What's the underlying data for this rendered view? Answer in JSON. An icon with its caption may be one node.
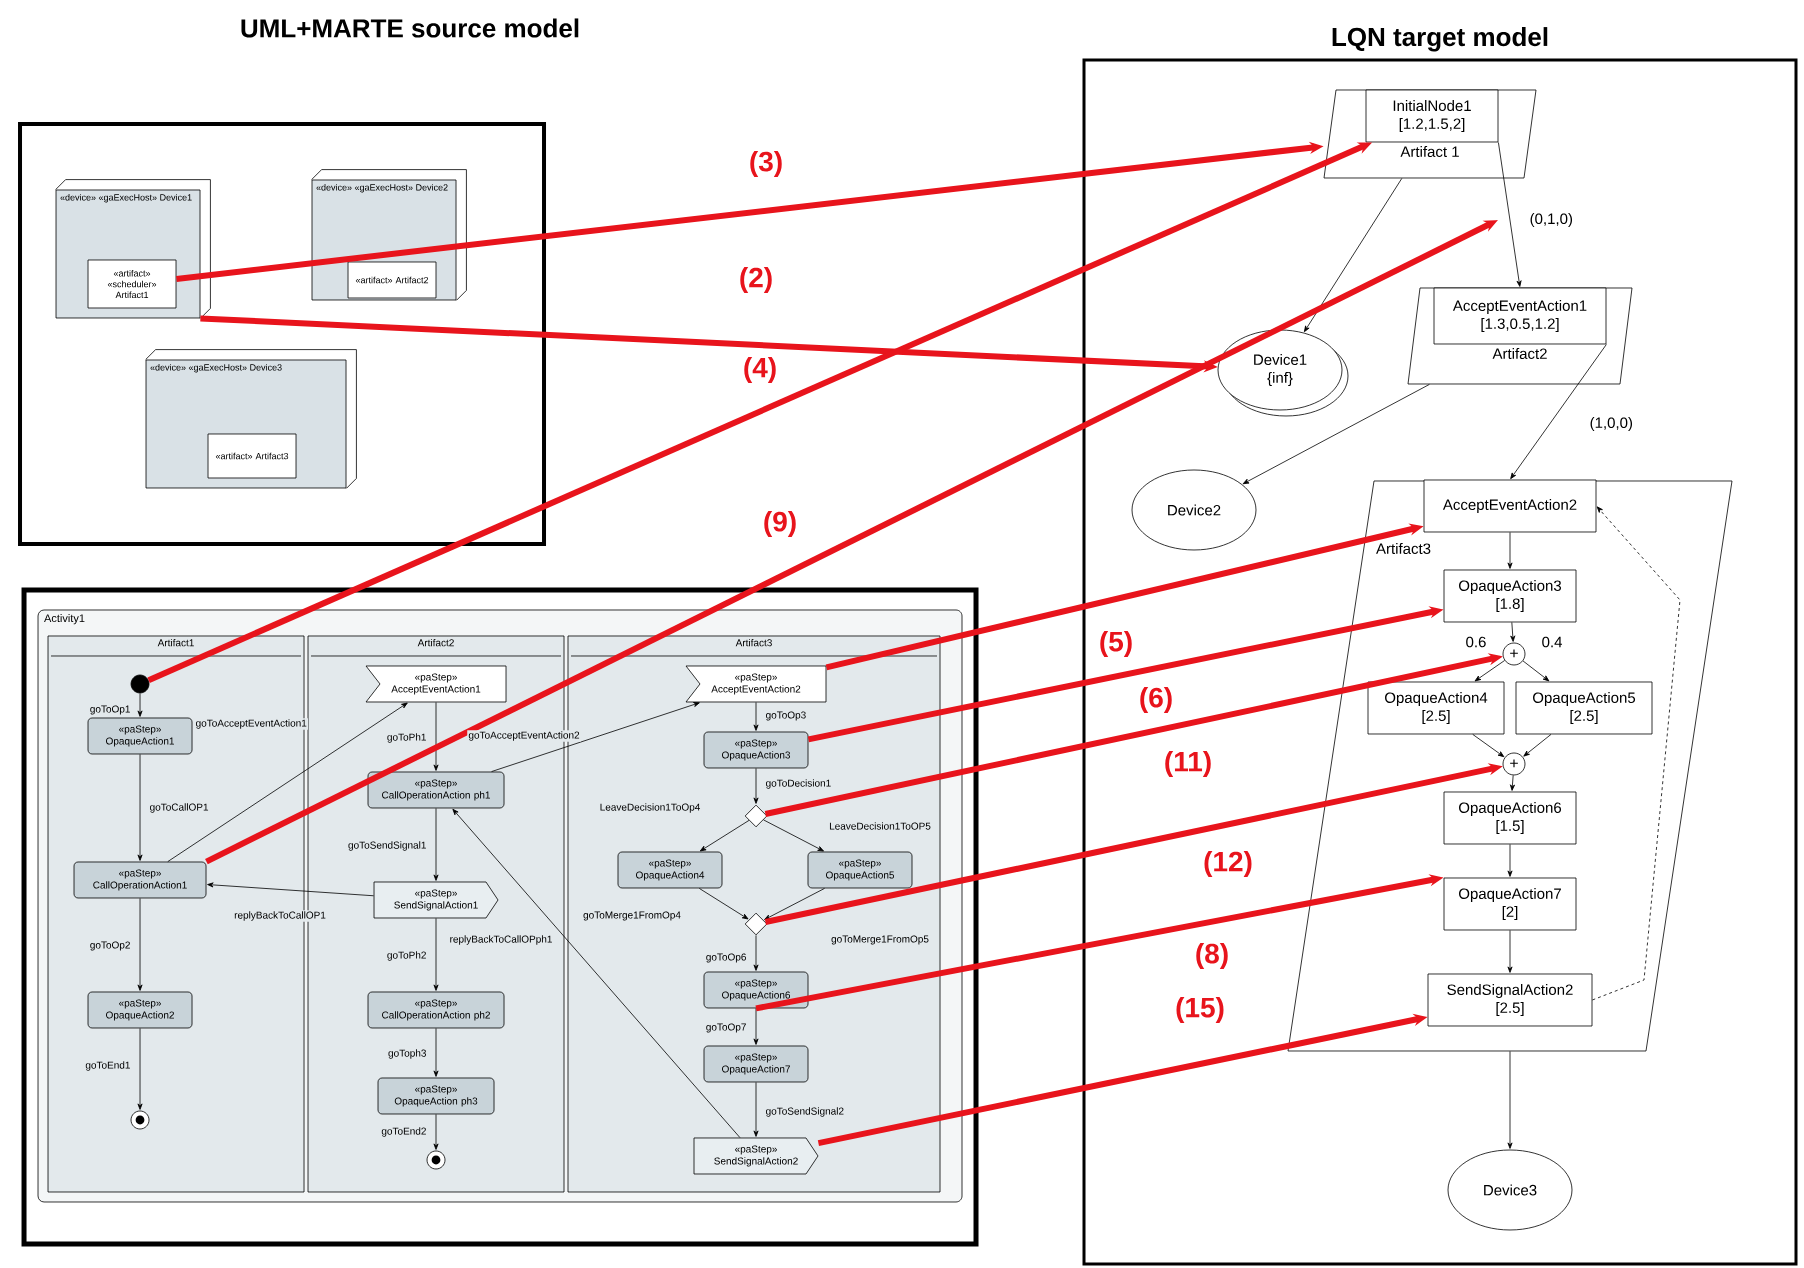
{
  "diagram": {
    "nodes": [
      {
        "text": [
          "«device» «gaExecHost» Device1"
        ]
      },
      {
        "text": [
          "«artifact» «scheduler» Artifact1"
        ],
        "in": 0
      },
      {
        "text": [
          "«device» «gaExecHost» Device2"
        ]
      },
      {
        "text": [
          "«artifact» Artifact2"
        ],
        "in": 2
      },
      {
        "text": [
          "«device» «gaExecHost» Device3"
        ]
      },
      {
        "text": [
          "«artifact» Artifact3"
        ],
        "in": 4
      },
      {
        "text": [
          "Activity1"
        ]
      },
      {
        "text": [
          "Artifact1"
        ],
        "in": 6
      },
      {
        "text": [
          "Artifact2"
        ],
        "in": 6
      },
      {
        "text": [
          "Artifact3"
        ],
        "in": 6
      },
      {
        "text": [],
        "shape": "circle",
        "in": 7
      },
      {
        "text": [
          "«paStep» OpaqueAction1"
        ],
        "in": 7
      },
      {
        "text": [
          "«paStep» CallOperationAction1"
        ],
        "in": 7
      },
      {
        "text": [
          "«paStep» OpaqueAction2"
        ],
        "in": 7
      },
      {
        "text": [],
        "shape": "circle",
        "in": 7
      },
      {
        "text": [
          "«paStep» AcceptEventAction1"
        ],
        "in": 8
      },
      {
        "text": [
          "«paStep» CallOperationAction ph1"
        ],
        "in": 8
      },
      {
        "text": [
          "«paStep» SendSignalAction1"
        ],
        "in": 8
      },
      {
        "text": [
          "«paStep» CallOperationAction ph2"
        ],
        "in": 8
      },
      {
        "text": [
          "«paStep» OpaqueAction ph3"
        ],
        "in": 8
      },
      {
        "text": [],
        "shape": "circle",
        "in": 8
      },
      {
        "text": [
          "«paStep» AcceptEventAction2"
        ],
        "in": 9
      },
      {
        "text": [
          "«paStep» OpaqueAction3"
        ],
        "in": 9
      },
      {
        "text": [],
        "shape": "diamond",
        "in": 9
      },
      {
        "text": [
          "«paStep» OpaqueAction4"
        ],
        "in": 9
      },
      {
        "text": [
          "«paStep» OpaqueAction5"
        ],
        "in": 9
      },
      {
        "text": [],
        "shape": "diamond",
        "in": 9
      },
      {
        "text": [
          "«paStep» OpaqueAction6"
        ],
        "in": 9
      },
      {
        "text": [
          "«paStep» OpaqueAction7"
        ],
        "in": 9
      },
      {
        "text": [
          "«paStep» SendSignalAction2"
        ],
        "in": 9
      },
      {
        "text": [
          "LQN target model"
        ]
      },
      {
        "text": [
          "Artifact 1"
        ],
        "in": 30
      },
      {
        "text": [
          "InitialNode1 [1.2,1.5,2]"
        ],
        "in": 31
      },
      {
        "text": [
          "Device1 {inf}"
        ],
        "in": 30
      },
      {
        "text": [
          "Artifact2"
        ],
        "in": 30
      },
      {
        "text": [
          "AcceptEventAction1 [1.3,0.5,1.2]"
        ],
        "in": 34
      },
      {
        "text": [
          "Device2"
        ],
        "in": 30
      },
      {
        "text": [
          "Artifact3"
        ],
        "in": 30
      },
      {
        "text": [
          "AcceptEventAction2"
        ],
        "in": 37
      },
      {
        "text": [
          "OpaqueAction3 [1.8]"
        ],
        "in": 37
      },
      {
        "text": [
          "+"
        ],
        "in": 37
      },
      {
        "text": [
          "OpaqueAction4 [2.5]"
        ],
        "in": 37
      },
      {
        "text": [
          "OpaqueAction5 [2.5]"
        ],
        "in": 37
      },
      {
        "text": [
          "+"
        ],
        "in": 37
      },
      {
        "text": [
          "OpaqueAction6 [1.5]"
        ],
        "in": 37
      },
      {
        "text": [
          "OpaqueAction7 [2]"
        ],
        "in": 37
      },
      {
        "text": [
          "SendSignalAction2 [2.5]"
        ],
        "in": 37
      },
      {
        "text": [
          "Device3"
        ],
        "in": 30
      }
    ],
    "edges": [
      {
        "from": 10,
        "to": 11,
        "arrow": "to",
        "label": "goToOp1"
      },
      {
        "from": 11,
        "to": 12,
        "arrow": "to",
        "label": "goToCallOP1"
      },
      {
        "from": 12,
        "to": 15,
        "arrow": "to",
        "label": "goToAcceptEventAction1"
      },
      {
        "from": 12,
        "to": 13,
        "arrow": "to",
        "label": "goToOp2"
      },
      {
        "from": 13,
        "to": 14,
        "arrow": "to",
        "label": "goToEnd1"
      },
      {
        "from": 15,
        "to": 16,
        "arrow": "to",
        "label": "goToPh1"
      },
      {
        "from": 16,
        "to": 21,
        "arrow": "to",
        "label": "goToAcceptEventAction2"
      },
      {
        "from": 16,
        "to": 17,
        "arrow": "to",
        "label": "goToSendSignal1"
      },
      {
        "from": 17,
        "to": 12,
        "arrow": "to",
        "label": "replyBackToCallOP1"
      },
      {
        "from": 17,
        "to": 18,
        "arrow": "to",
        "label": "goToPh2"
      },
      {
        "from": 18,
        "to": 19,
        "arrow": "to",
        "label": "goToph3"
      },
      {
        "from": 19,
        "to": 20,
        "arrow": "to",
        "label": "goToEnd2"
      },
      {
        "from": 21,
        "to": 22,
        "arrow": "to",
        "label": "goToOp3"
      },
      {
        "from": 22,
        "to": 23,
        "arrow": "to",
        "label": "goToDecision1"
      },
      {
        "from": 23,
        "to": 24,
        "arrow": "to",
        "label": "LeaveDecision1ToOp4"
      },
      {
        "from": 23,
        "to": 25,
        "arrow": "to",
        "label": "LeaveDecision1ToOP5"
      },
      {
        "from": 24,
        "to": 26,
        "arrow": "to",
        "label": "goToMerge1FromOp4"
      },
      {
        "from": 25,
        "to": 26,
        "arrow": "to",
        "label": "goToMerge1FromOp5"
      },
      {
        "from": 26,
        "to": 27,
        "arrow": "to",
        "label": "goToOp6"
      },
      {
        "from": 27,
        "to": 28,
        "arrow": "to",
        "label": "goToOp7"
      },
      {
        "from": 28,
        "to": 29,
        "arrow": "to",
        "label": "goToSendSignal2"
      },
      {
        "from": 29,
        "to": 16,
        "arrow": "to",
        "label": "replyBackToCallOPph1"
      },
      {
        "from": 31,
        "to": 33,
        "arrow": "to"
      },
      {
        "from": 32,
        "to": 35,
        "arrow": "to",
        "label": "(0,1,0)"
      },
      {
        "from": 34,
        "to": 36,
        "arrow": "to"
      },
      {
        "from": 35,
        "to": 38,
        "arrow": "to",
        "label": "(1,0,0)"
      },
      {
        "from": 38,
        "to": 39,
        "arrow": "to"
      },
      {
        "from": 39,
        "to": 40,
        "arrow": "to"
      },
      {
        "from": 40,
        "to": 41,
        "arrow": "to",
        "label": "0.6"
      },
      {
        "from": 40,
        "to": 42,
        "arrow": "to",
        "label": "0.4"
      },
      {
        "from": 41,
        "to": 43,
        "arrow": "to"
      },
      {
        "from": 42,
        "to": 43,
        "arrow": "to"
      },
      {
        "from": 43,
        "to": 44,
        "arrow": "to"
      },
      {
        "from": 44,
        "to": 45,
        "arrow": "to"
      },
      {
        "from": 45,
        "to": 46,
        "arrow": "to"
      },
      {
        "from": 46,
        "to": 38,
        "arrow": "to",
        "style": "dashed"
      },
      {
        "from": 37,
        "to": 47,
        "arrow": "to"
      },
      {
        "from": 1,
        "to": 31,
        "arrow": "to",
        "label": "(3)",
        "style": "thick",
        "color": "#e8141c"
      },
      {
        "from": 0,
        "to": 33,
        "arrow": "to",
        "label": "(2)",
        "style": "thick",
        "color": "#e8141c"
      },
      {
        "from": 10,
        "to": 32,
        "arrow": "to",
        "label": "(4)",
        "style": "thick",
        "color": "#e8141c"
      },
      {
        "from": 12,
        "to": null,
        "arrow": "to",
        "label": "(9)",
        "style": "thick",
        "color": "#e8141c"
      },
      {
        "from": 21,
        "to": 38,
        "arrow": "to",
        "label": "(5)",
        "style": "thick",
        "color": "#e8141c"
      },
      {
        "from": 22,
        "to": 39,
        "arrow": "to",
        "label": "(6)",
        "style": "thick",
        "color": "#e8141c"
      },
      {
        "from": 23,
        "to": 40,
        "arrow": "to",
        "label": "(11)",
        "style": "thick",
        "color": "#e8141c"
      },
      {
        "from": 26,
        "to": 43,
        "arrow": "to",
        "label": "(12)",
        "style": "thick",
        "color": "#e8141c"
      },
      {
        "from": 27,
        "to": 45,
        "arrow": "to",
        "label": "(8)",
        "style": "thick",
        "color": "#e8141c"
      },
      {
        "from": 29,
        "to": 46,
        "arrow": "to",
        "label": "(15)",
        "style": "thick",
        "color": "#e8141c"
      }
    ],
    "labels": [
      "UML+MARTE source model"
    ]
  }
}
